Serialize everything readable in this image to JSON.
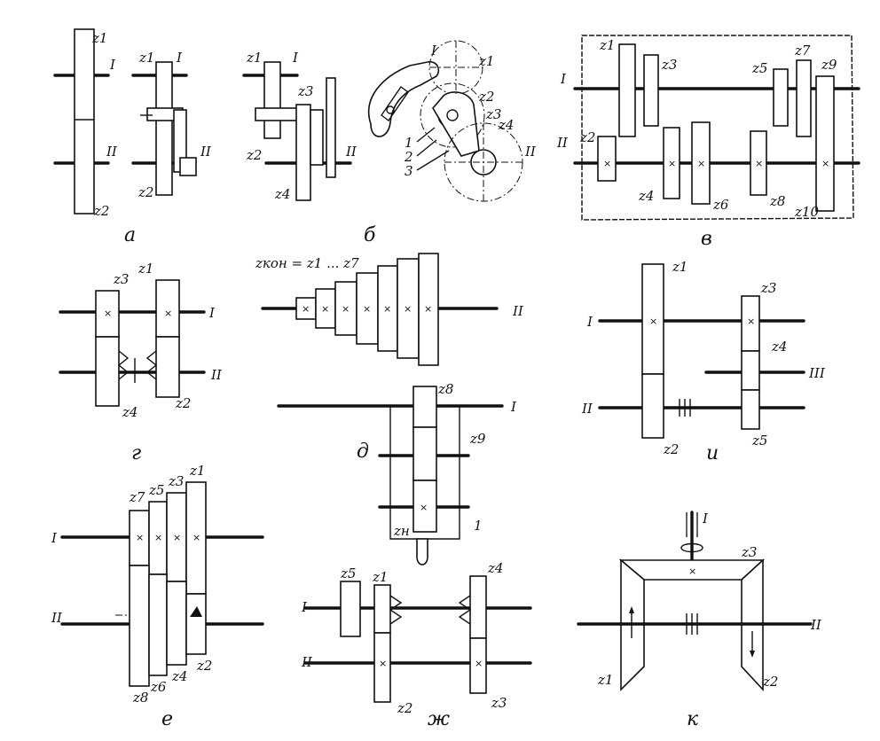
{
  "panels": {
    "a": {
      "caption": "а",
      "labels": [
        "z1",
        "I",
        "II",
        "z2",
        "z1",
        "I",
        "II",
        "z2"
      ]
    },
    "b": {
      "caption": "б",
      "labels": [
        "z1",
        "I",
        "z2",
        "z3",
        "II",
        "z4",
        "I",
        "z1",
        "z2",
        "z3",
        "z4",
        "II",
        "1",
        "2",
        "3"
      ]
    },
    "v": {
      "caption": "в",
      "labels": [
        "z1",
        "z3",
        "z5",
        "z7",
        "z9",
        "I",
        "II",
        "z2",
        "z4",
        "z6",
        "z8",
        "z10"
      ]
    },
    "g": {
      "caption": "г",
      "labels": [
        "z3",
        "z1",
        "I",
        "II",
        "z4",
        "z2"
      ]
    },
    "d": {
      "caption": "д",
      "formula": "zкон = z1 ... z7",
      "labels": [
        "II",
        "I",
        "z8",
        "z9",
        "zн",
        "1"
      ]
    },
    "i": {
      "caption": "и",
      "labels": [
        "z1",
        "z3",
        "z4",
        "I",
        "II",
        "III",
        "z2",
        "z5"
      ]
    },
    "e": {
      "caption": "е",
      "labels": [
        "z7",
        "z5",
        "z3",
        "z1",
        "I",
        "II",
        "z8",
        "z6",
        "z4",
        "z2"
      ]
    },
    "zh": {
      "caption": "ж",
      "labels": [
        "z5",
        "z1",
        "z4",
        "I",
        "II",
        "z2",
        "z3"
      ]
    },
    "k": {
      "caption": "к",
      "labels": [
        "I",
        "z3",
        "II",
        "z1",
        "z2"
      ]
    }
  }
}
